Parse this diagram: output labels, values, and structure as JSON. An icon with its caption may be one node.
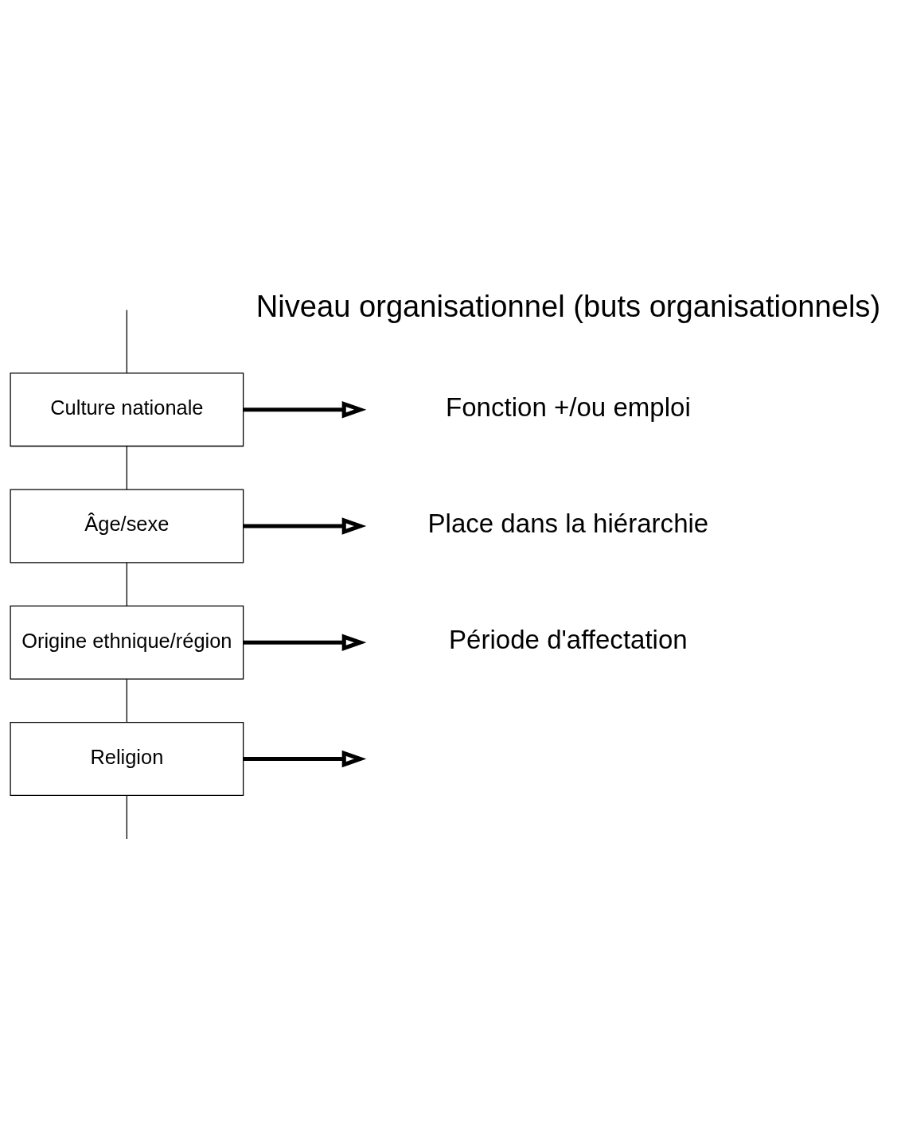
{
  "diagram": {
    "nodes": [
      {
        "text": [
          "Culture nationale"
        ]
      },
      {
        "text": [
          "Âge/sexe"
        ]
      },
      {
        "text": [
          "Origine ethnique/région"
        ]
      },
      {
        "text": [
          "Religion"
        ]
      }
    ],
    "edges": [
      {
        "from": 0,
        "to": null,
        "arrow": "to",
        "style": "thick"
      },
      {
        "from": 1,
        "to": null,
        "arrow": "to",
        "style": "thick"
      },
      {
        "from": 2,
        "to": null,
        "arrow": "to",
        "style": "thick"
      },
      {
        "from": 3,
        "to": null,
        "arrow": "to",
        "style": "thick"
      },
      {
        "from": null,
        "to": 0,
        "arrow": "none"
      },
      {
        "from": 0,
        "to": 1,
        "arrow": "none"
      },
      {
        "from": 1,
        "to": 2,
        "arrow": "none"
      },
      {
        "from": 2,
        "to": 3,
        "arrow": "none"
      },
      {
        "from": 3,
        "to": null,
        "arrow": "none"
      }
    ],
    "labels": [
      "Niveau organisationnel (buts organisationnels)",
      "Fonction +/ou emploi",
      "Place dans la hiérarchie",
      "Période d'affectation"
    ]
  }
}
